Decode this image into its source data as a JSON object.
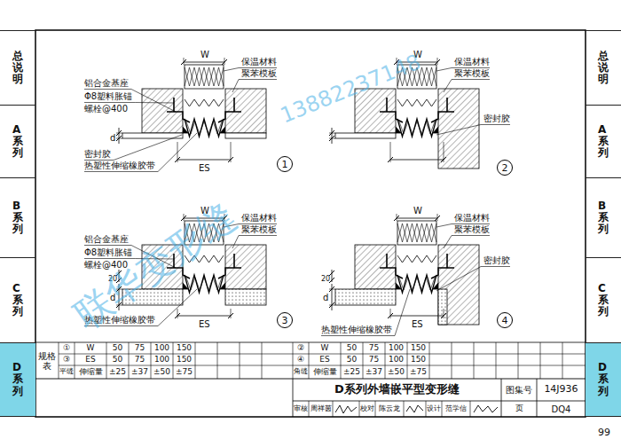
{
  "diagram": {
    "title": "D系列外墙嵌平型变形缝",
    "nodes": [
      {
        "text": [
          "总说明"
        ]
      },
      {
        "text": [
          "A系列"
        ]
      },
      {
        "text": [
          "B系列"
        ]
      },
      {
        "text": [
          "C系列"
        ]
      },
      {
        "text": [
          "D系列"
        ]
      },
      {
        "text": [
          "总说明"
        ]
      },
      {
        "text": [
          "A系列"
        ]
      },
      {
        "text": [
          "B系列"
        ]
      },
      {
        "text": [
          "C系列"
        ]
      },
      {
        "text": [
          "D系列"
        ]
      },
      {
        "text": [
          "1"
        ]
      },
      {
        "text": [
          "2"
        ]
      },
      {
        "text": [
          "3"
        ]
      },
      {
        "text": [
          "4"
        ]
      }
    ],
    "labels": [
      "W",
      "保温材料",
      "聚苯模板",
      "铝合金基座",
      "Φ8塑料胀锚",
      "螺栓@400",
      "d",
      "密封胶",
      "热塑性伸缩橡胶带",
      "ES",
      "W",
      "保温材料",
      "聚苯模板",
      "密封胶",
      "W",
      "保温材料",
      "聚苯模板",
      "铝合金基座",
      "Φ8塑料胀锚",
      "螺栓@400",
      "20",
      "d",
      "热塑性伸缩橡胶带",
      "ES",
      "W",
      "保温材料",
      "聚苯模板",
      "密封胶",
      "20",
      "d",
      "热塑性伸缩橡胶带",
      "ES",
      "规格表",
      "①",
      "W",
      "50",
      "75",
      "100",
      "150",
      "③",
      "ES",
      "50",
      "75",
      "100",
      "150",
      "平缝",
      "伸缩量",
      "±25",
      "±37",
      "±50",
      "±75",
      "②",
      "W",
      "50",
      "75",
      "100",
      "150",
      "④",
      "ES",
      "50",
      "75",
      "100",
      "150",
      "角缝",
      "伸缩量",
      "±25",
      "±37",
      "±50",
      "±75",
      "图集号",
      "14J936",
      "审核",
      "周祥茵",
      "校对",
      "陈云龙",
      "设计",
      "范学信",
      "页",
      "DQ4",
      "99",
      "联华变形缝",
      "13882237148"
    ]
  }
}
